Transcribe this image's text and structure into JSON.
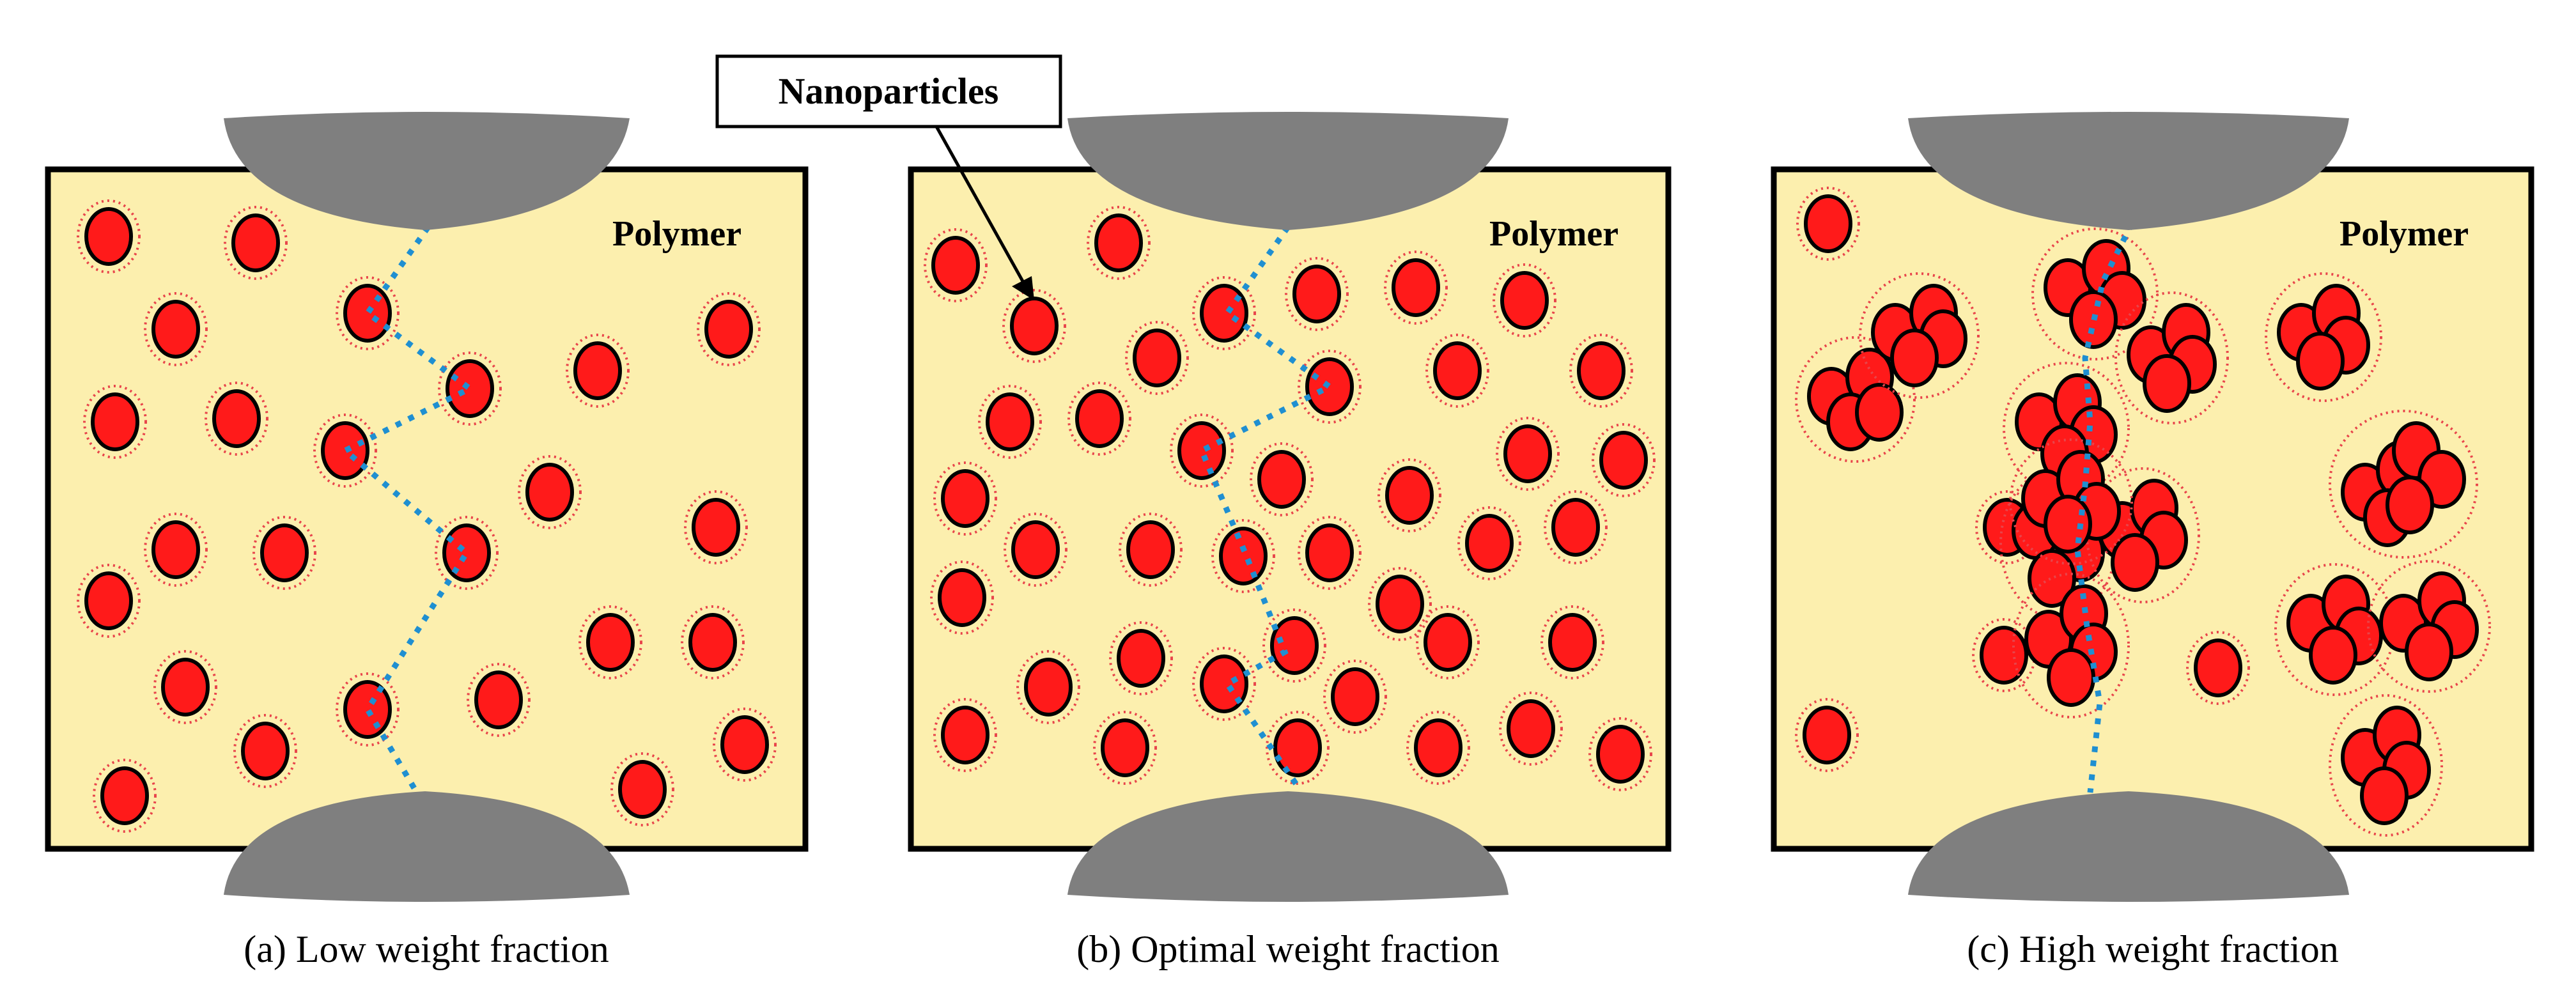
{
  "callout": {
    "label": "Nanoparticles"
  },
  "panels": [
    {
      "id": "a",
      "matrix_label": "Polymer",
      "caption": "(a) Low weight fraction"
    },
    {
      "id": "b",
      "matrix_label": "Polymer",
      "caption": "(b) Optimal weight fraction"
    },
    {
      "id": "c",
      "matrix_label": "Polymer",
      "caption": "(c) High weight fraction"
    }
  ],
  "colors": {
    "polymer_fill": "#FCEFAE",
    "frame_stroke": "#000000",
    "particle_fill": "#FF1A1A",
    "particle_halo": "#E8454B",
    "electrode_fill": "#7F7F7F",
    "conduction_path": "#1F8FD1"
  }
}
